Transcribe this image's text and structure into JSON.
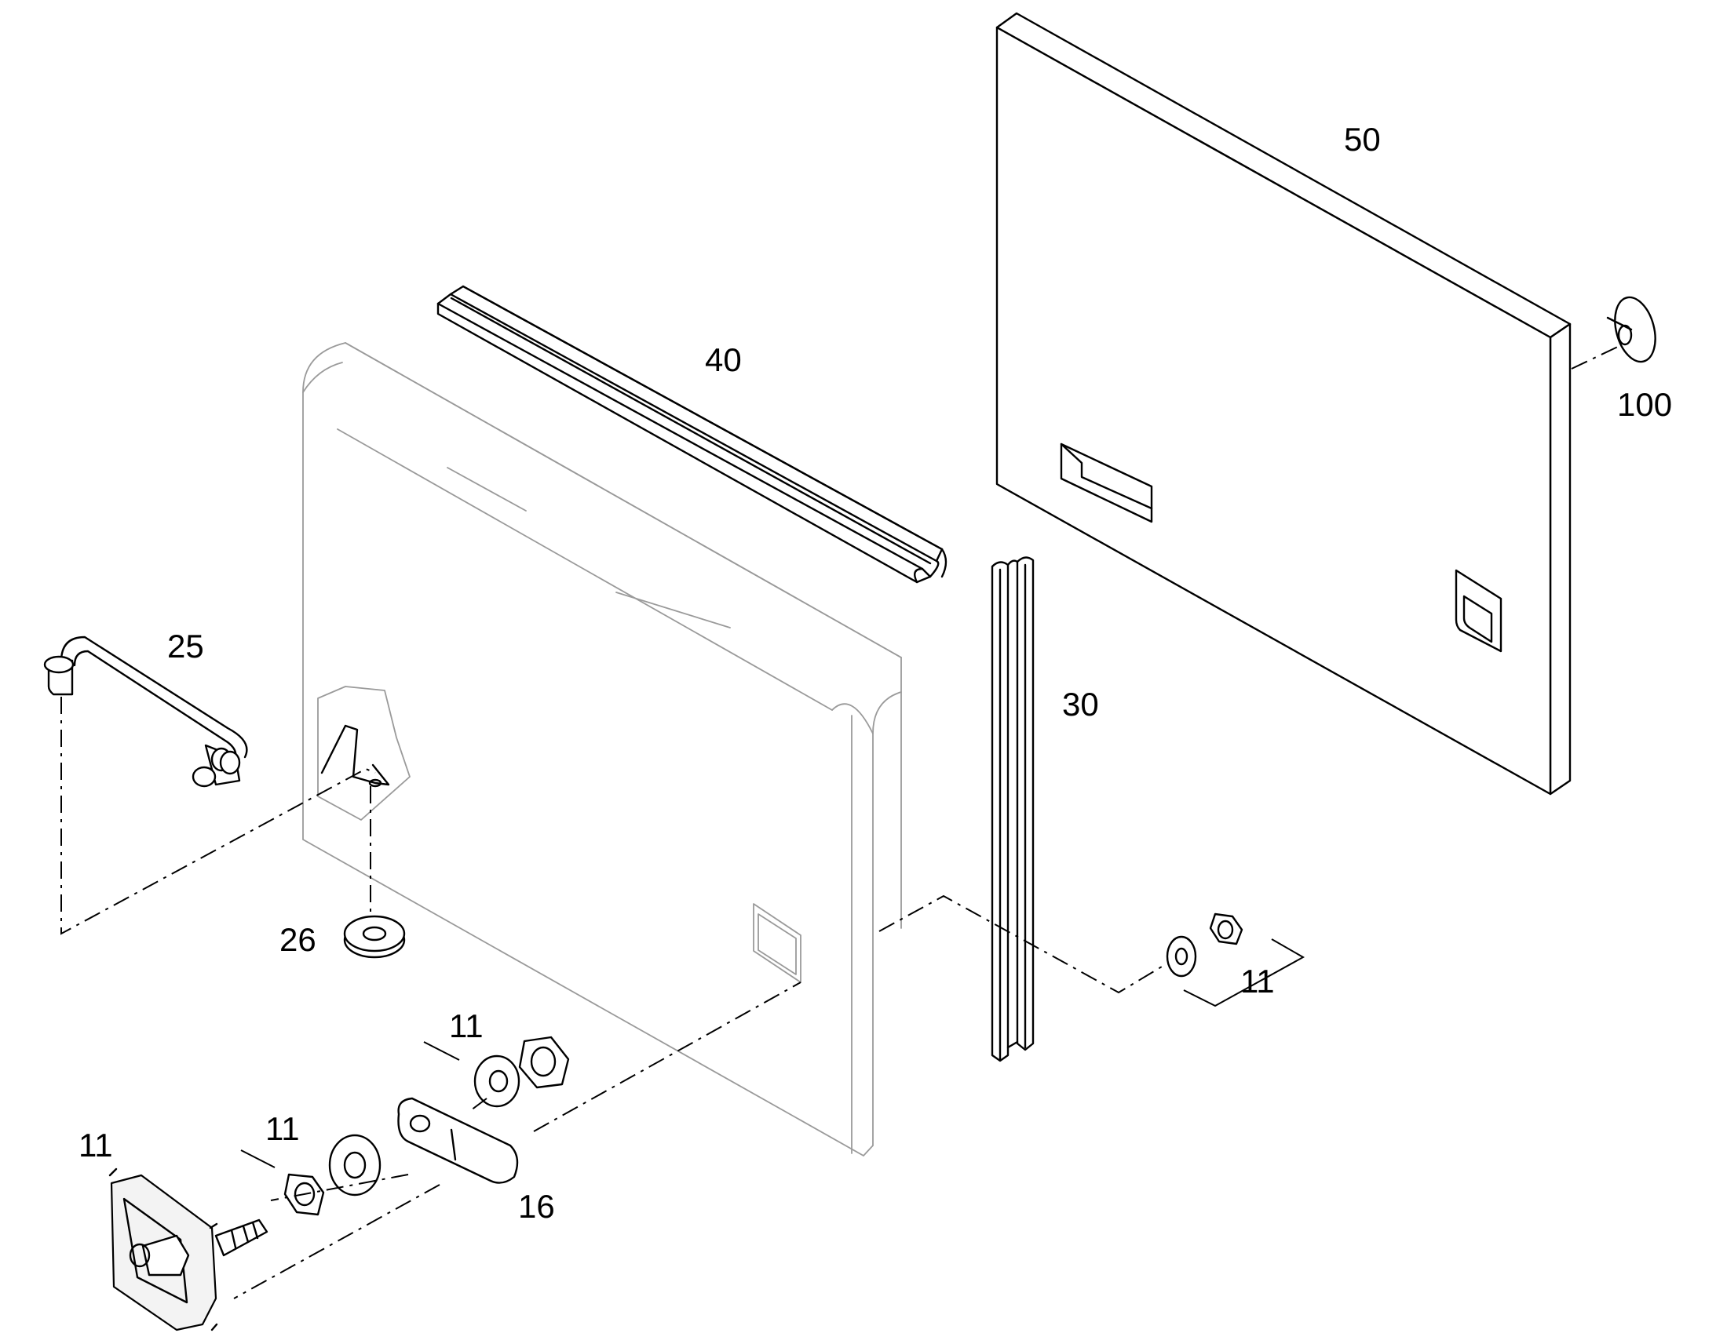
{
  "callouts": {
    "panel_50": "50",
    "seal_40": "40",
    "cap_100": "100",
    "rod_25": "25",
    "seal_30": "30",
    "washer_26": "26",
    "hardware_right_11": "11",
    "hardware_mid_11": "11",
    "hardware_lower_11": "11",
    "latch_11": "11",
    "cam_16": "16"
  }
}
